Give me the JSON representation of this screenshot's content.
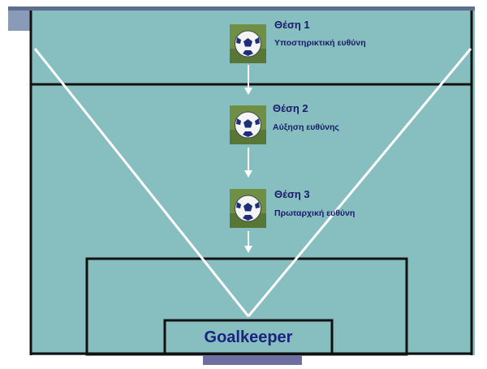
{
  "diagram": {
    "positions": [
      {
        "title": "Θέση 1",
        "description": "Υποστηρικτική ευθύνη",
        "icon": "soccer-ball-icon"
      },
      {
        "title": "Θέση 2",
        "description": "Αύξηση ευθύνης",
        "icon": "soccer-ball-icon"
      },
      {
        "title": "Θέση 3",
        "description": "Πρωταρχική ευθύνη",
        "icon": "soccer-ball-icon"
      }
    ],
    "goalkeeper_label": "Goalkeeper"
  },
  "colors": {
    "field": "#87bfc0",
    "lines": "#111111",
    "funnel": "#ffffff",
    "text": "#1a1a6b",
    "header_bar": "#8a9bb8",
    "goal_bar": "#6f6ea0"
  }
}
